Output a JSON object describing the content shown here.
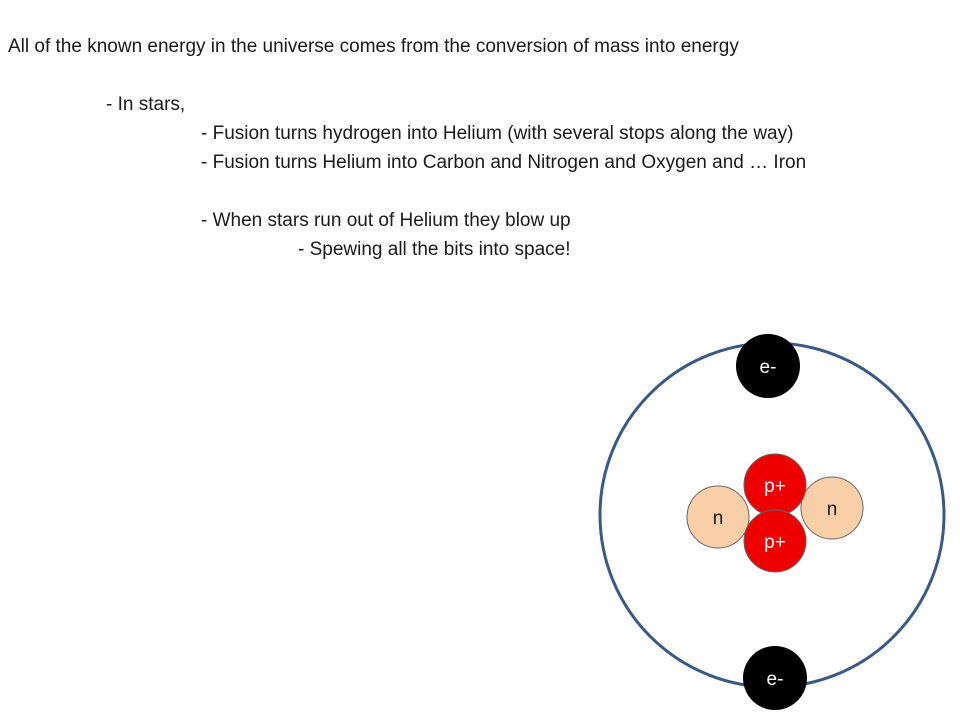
{
  "text": {
    "line1": "All of the known energy in the universe comes from the conversion of mass into energy",
    "line2": "- In stars,",
    "line3": "- Fusion turns hydrogen into Helium (with several stops along the way)",
    "line4": "- Fusion turns Helium into Carbon and Nitrogen and Oxygen and … Iron",
    "line5": "- When stars run out of Helium they blow up",
    "line6": "- Spewing all the bits into space!"
  },
  "atom": {
    "electron_top_label": "e-",
    "electron_bottom_label": "e-",
    "proton_top_label": "p+",
    "proton_bottom_label": "p+",
    "neutron_left_label": "n",
    "neutron_right_label": "n",
    "colors": {
      "orbit": "#3a5a86",
      "electron": "#000000",
      "proton": "#ee0000",
      "neutron": "#f8cfa6"
    }
  }
}
